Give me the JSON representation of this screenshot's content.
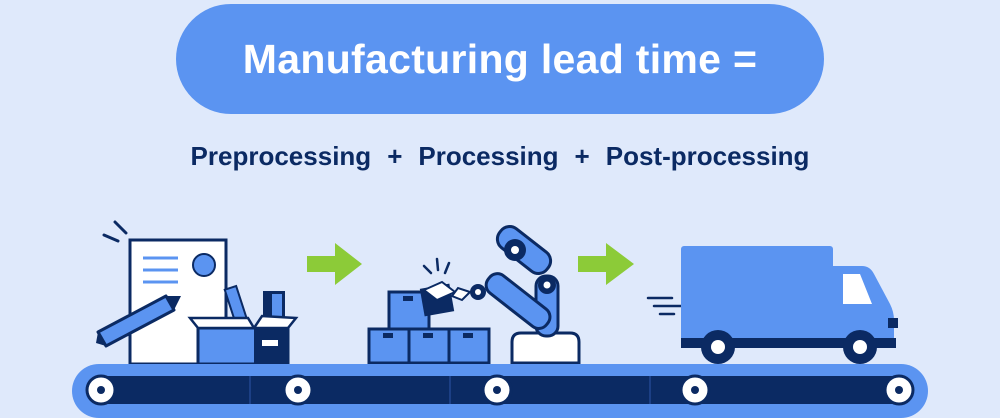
{
  "title": "Manufacturing lead time =",
  "formula": {
    "terms": [
      "Preprocessing",
      "Processing",
      "Post-processing"
    ],
    "operator": "+"
  },
  "colors": {
    "background": "#dfe9fb",
    "primary_blue": "#5b94f1",
    "navy": "#0b2a63",
    "arrow_green": "#8ccb38",
    "white": "#ffffff"
  },
  "illustrations": [
    "document-with-pencil-and-box",
    "robot-arm-with-stacked-boxes",
    "delivery-truck"
  ],
  "conveyor": {
    "wheel_count": 5
  }
}
